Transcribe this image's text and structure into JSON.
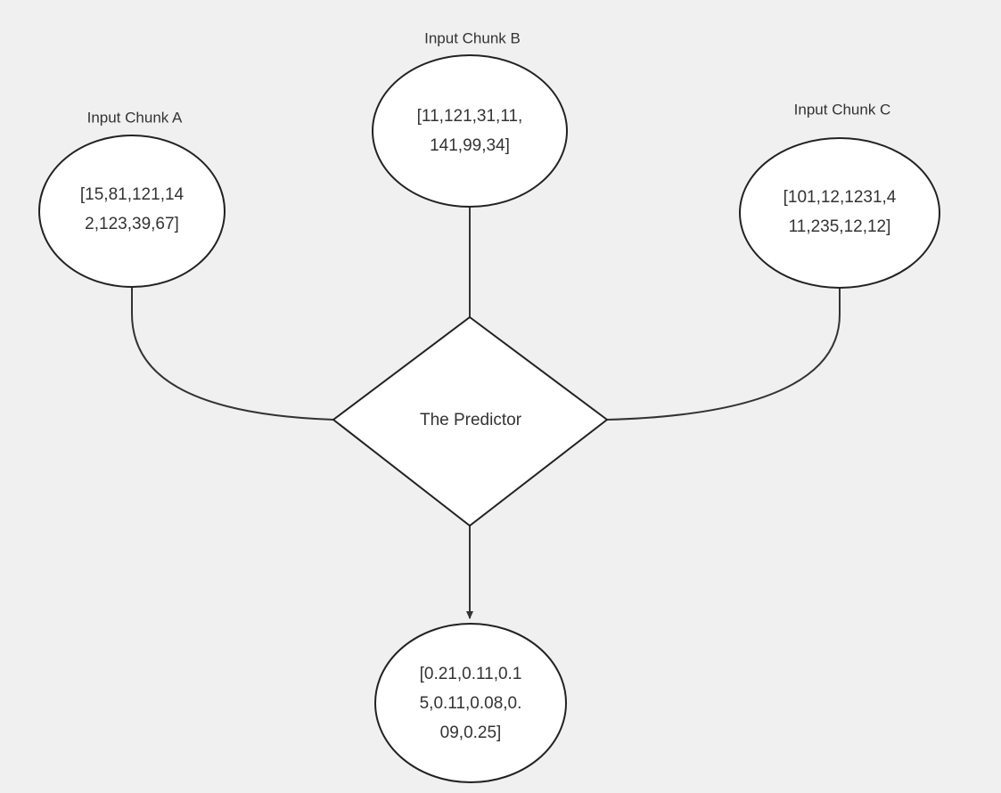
{
  "diagram": {
    "background_color": "#f0f0f0",
    "node_fill": "#ffffff",
    "node_stroke": "#222222",
    "text_color": "#333333",
    "nodes": {
      "input_a": {
        "caption": "Input Chunk A",
        "value": "[15,81,121,142,123,39,67]",
        "line1": "[15,81,121,14",
        "line2": "2,123,39,67]"
      },
      "input_b": {
        "caption": "Input Chunk B",
        "value": "[11,121,31,11,141,99,34]",
        "line1": "[11,121,31,11,",
        "line2": "141,99,34]"
      },
      "input_c": {
        "caption": "Input Chunk C",
        "value": "[101,12,1231,411,235,12,12]",
        "line1": "[101,12,1231,4",
        "line2": "11,235,12,12]"
      },
      "predictor": {
        "label": "The Predictor"
      },
      "output": {
        "value": "[0.21,0.11,0.15,0.11,0.08,0.09,0.25]",
        "line1": "[0.21,0.11,0.1",
        "line2": "5,0.11,0.08,0.",
        "line3": "09,0.25]"
      }
    }
  }
}
